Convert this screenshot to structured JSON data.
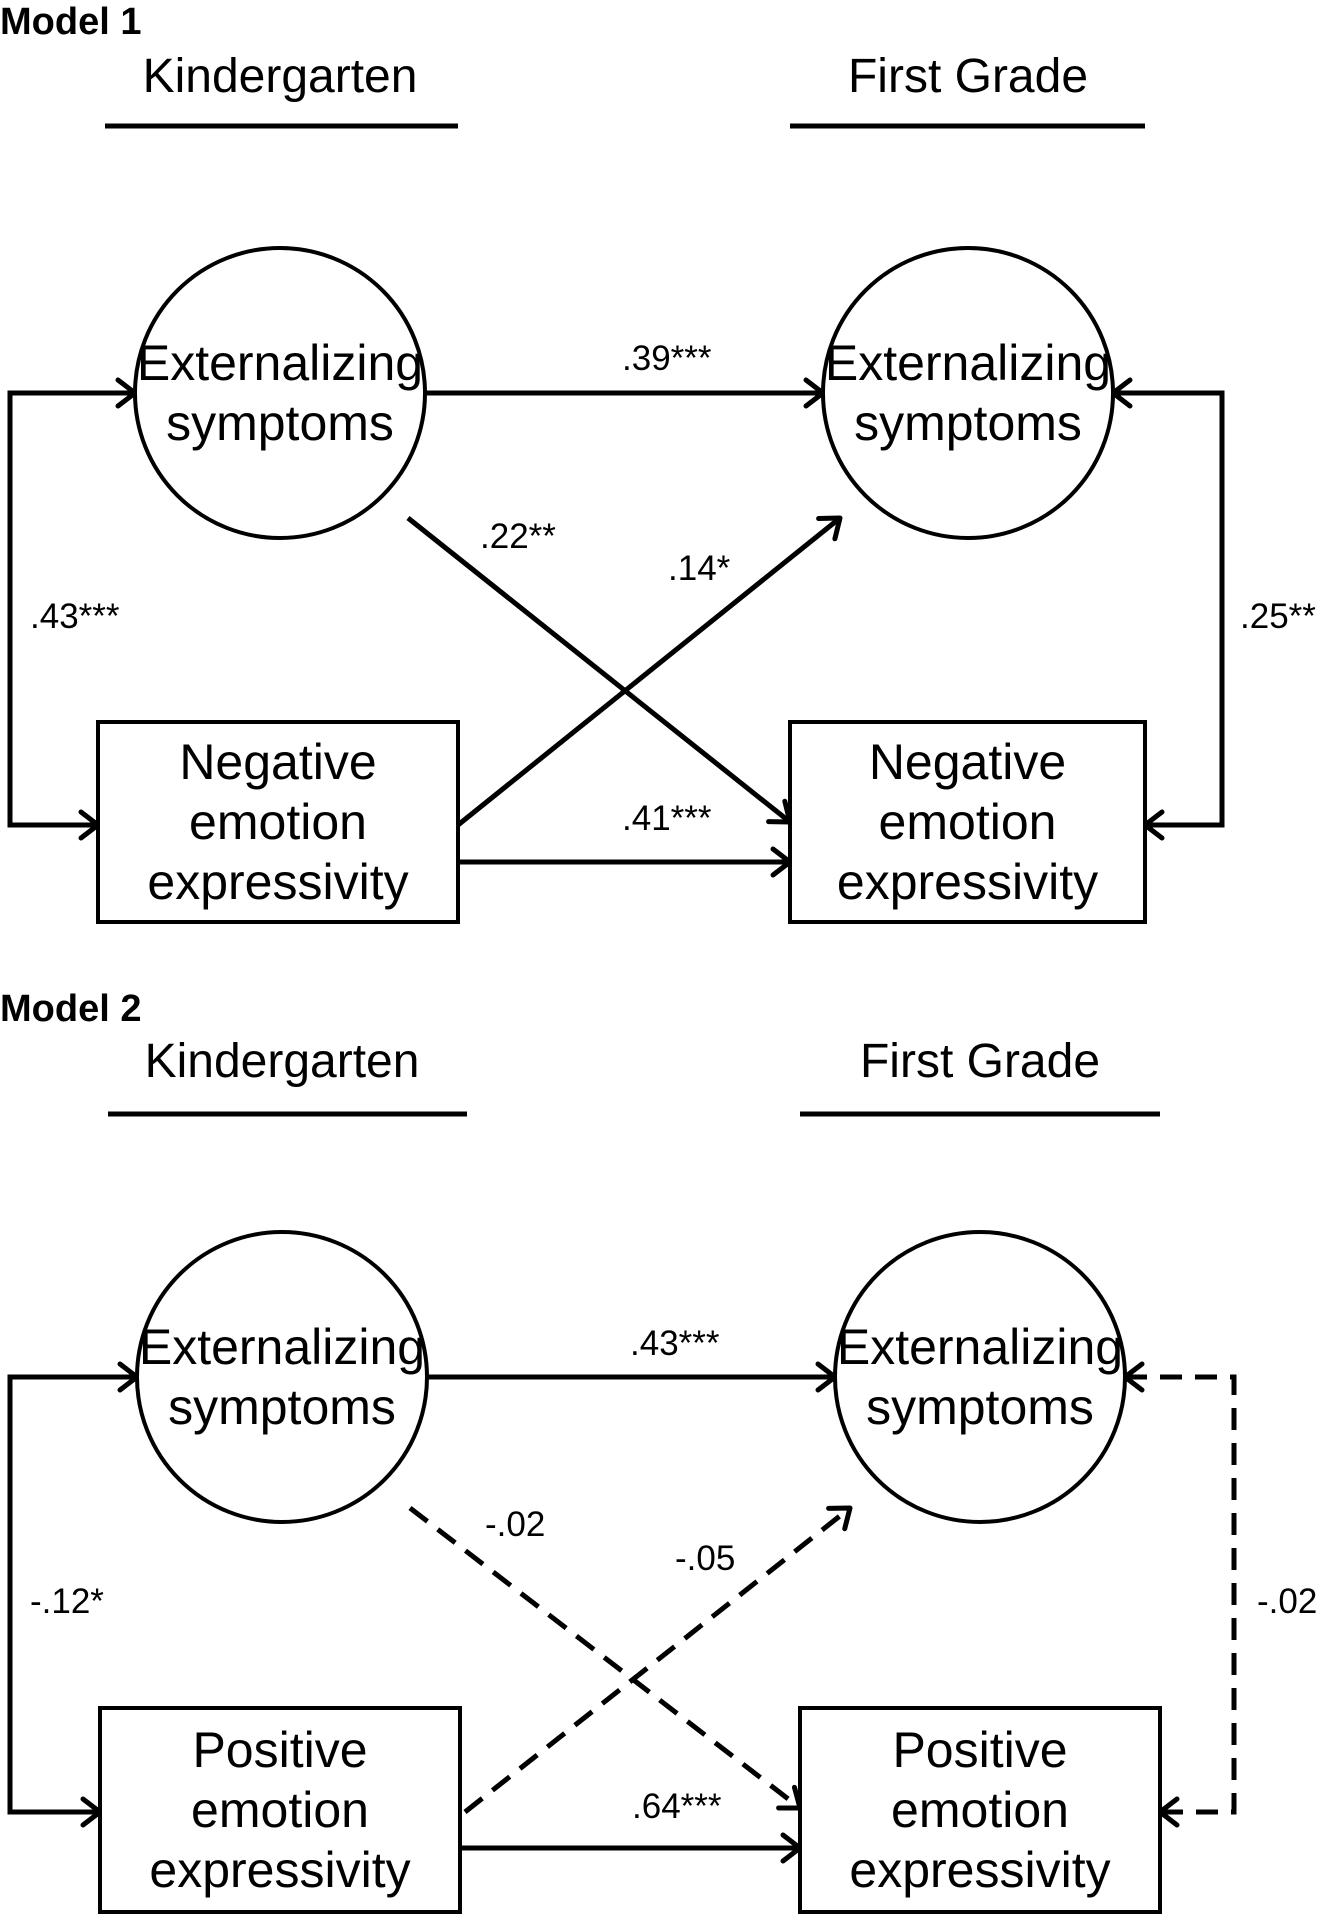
{
  "models": [
    {
      "title": "Model 1",
      "headers": {
        "left": "Kindergarten",
        "right": "First Grade"
      },
      "nodes": {
        "k_ext": [
          "Externalizing",
          "symptoms"
        ],
        "g_ext": [
          "Externalizing",
          "symptoms"
        ],
        "k_emo": [
          "Negative",
          "emotion",
          "expressivity"
        ],
        "g_emo": [
          "Negative",
          "emotion",
          "expressivity"
        ]
      },
      "paths": {
        "k_corr": {
          "label": ".43***",
          "dashed": false
        },
        "ext_stability": {
          "label": ".39***",
          "dashed": false
        },
        "ext_to_emo": {
          "label": ".22**",
          "dashed": false
        },
        "emo_to_ext": {
          "label": ".14*",
          "dashed": false
        },
        "emo_stability": {
          "label": ".41***",
          "dashed": false
        },
        "g_corr": {
          "label": ".25**",
          "dashed": false
        }
      }
    },
    {
      "title": "Model 2",
      "headers": {
        "left": "Kindergarten",
        "right": "First Grade"
      },
      "nodes": {
        "k_ext": [
          "Externalizing",
          "symptoms"
        ],
        "g_ext": [
          "Externalizing",
          "symptoms"
        ],
        "k_emo": [
          "Positive",
          "emotion",
          "expressivity"
        ],
        "g_emo": [
          "Positive",
          "emotion",
          "expressivity"
        ]
      },
      "paths": {
        "k_corr": {
          "label": "-.12*",
          "dashed": false
        },
        "ext_stability": {
          "label": ".43***",
          "dashed": false
        },
        "ext_to_emo": {
          "label": "-.02",
          "dashed": true
        },
        "emo_to_ext": {
          "label": "-.05",
          "dashed": true
        },
        "emo_stability": {
          "label": ".64***",
          "dashed": false
        },
        "g_corr": {
          "label": "-.02",
          "dashed": true
        }
      }
    }
  ]
}
